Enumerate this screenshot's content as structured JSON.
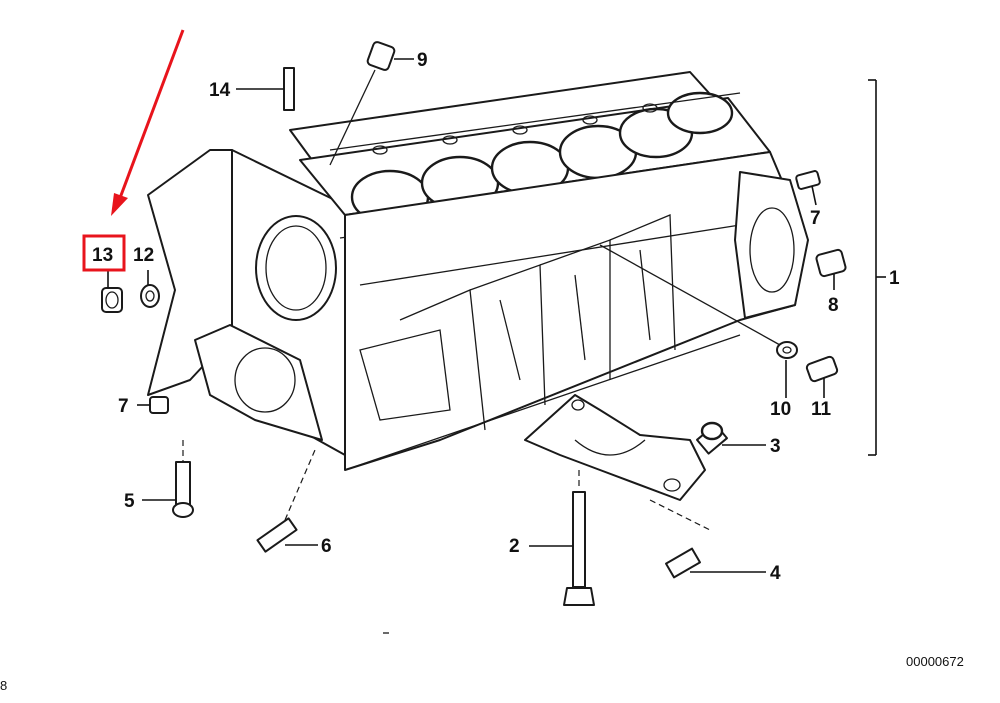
{
  "diagram": {
    "callouts": [
      {
        "id": "1",
        "label": "1"
      },
      {
        "id": "2",
        "label": "2"
      },
      {
        "id": "3",
        "label": "3"
      },
      {
        "id": "4",
        "label": "4"
      },
      {
        "id": "5",
        "label": "5"
      },
      {
        "id": "6",
        "label": "6"
      },
      {
        "id": "7a",
        "label": "7"
      },
      {
        "id": "7b",
        "label": "7"
      },
      {
        "id": "8",
        "label": "8"
      },
      {
        "id": "9",
        "label": "9"
      },
      {
        "id": "10",
        "label": "10"
      },
      {
        "id": "11",
        "label": "11"
      },
      {
        "id": "12",
        "label": "12"
      },
      {
        "id": "13",
        "label": "13"
      },
      {
        "id": "14",
        "label": "14"
      }
    ],
    "highlighted": "13",
    "drawing_number": "00000672",
    "corner_mark": "8"
  },
  "colors": {
    "highlight": "#e8141c",
    "ink": "#111111"
  }
}
